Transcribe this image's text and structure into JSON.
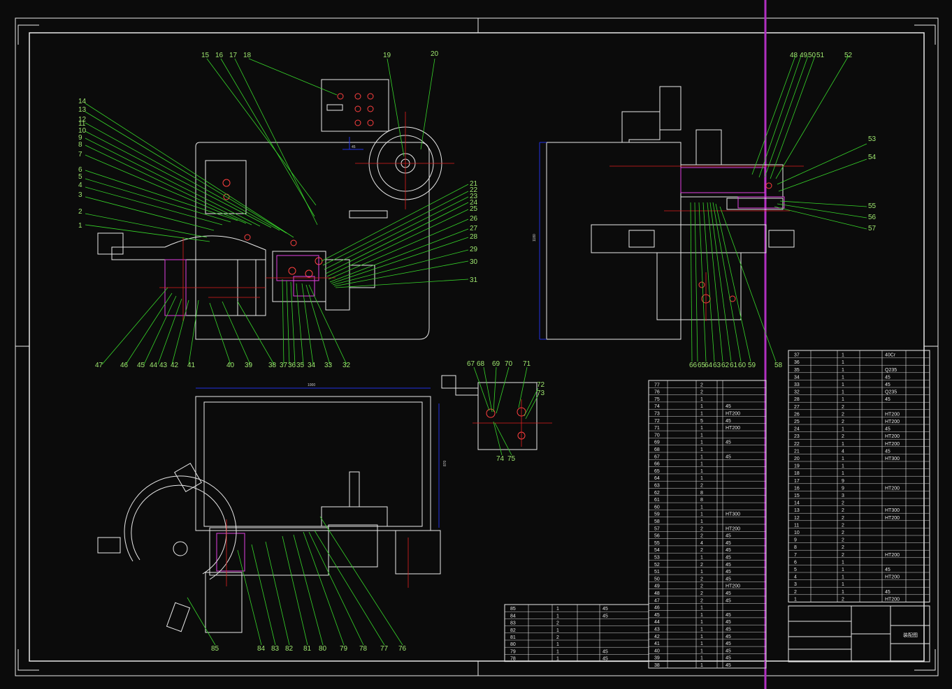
{
  "drawing": {
    "colors": {
      "background": "#0b0b0b",
      "outline": "#e8e8e8",
      "leader": "#37d62a",
      "center_line": "#e02020",
      "dimension": "#2030e0",
      "hidden": "#e040e0",
      "cursor": "#b030c0"
    },
    "front_view_labels": [
      "1",
      "2",
      "3",
      "4",
      "5",
      "6",
      "7",
      "8",
      "9",
      "10",
      "11",
      "12",
      "13",
      "14",
      "15",
      "16",
      "17",
      "18",
      "19",
      "20",
      "21",
      "22",
      "23",
      "24",
      "25",
      "26",
      "27",
      "28",
      "29",
      "30",
      "31"
    ],
    "front_view_bottom_labels": [
      "47",
      "46",
      "45",
      "44",
      "43",
      "42",
      "41",
      "40",
      "39",
      "38",
      "37",
      "36",
      "35",
      "34",
      "33",
      "32"
    ],
    "side_view_labels": [
      "48",
      "49",
      "50",
      "51",
      "52",
      "53",
      "54",
      "55",
      "56",
      "57",
      "58",
      "59",
      "60",
      "61",
      "62",
      "63",
      "64",
      "65",
      "66"
    ],
    "detail_labels": [
      "67",
      "68",
      "69",
      "70",
      "71",
      "72",
      "73",
      "74",
      "75"
    ],
    "plan_view_labels": [
      "85",
      "84",
      "83",
      "82",
      "81",
      "80",
      "79",
      "78",
      "77",
      "76"
    ],
    "dimension_texts": [
      "1000",
      "1180",
      "870",
      "45"
    ],
    "title_block": {
      "drawing_name": "装配图"
    },
    "bom_left": [
      {
        "no": "77",
        "qty": "2",
        "mat": ""
      },
      {
        "no": "76",
        "qty": "2",
        "mat": ""
      },
      {
        "no": "75",
        "qty": "1",
        "mat": ""
      },
      {
        "no": "74",
        "qty": "1",
        "mat": "45"
      },
      {
        "no": "73",
        "qty": "1",
        "mat": "HT200"
      },
      {
        "no": "72",
        "qty": "5",
        "mat": "45"
      },
      {
        "no": "71",
        "qty": "1",
        "mat": "HT200"
      },
      {
        "no": "70",
        "qty": "1",
        "mat": ""
      },
      {
        "no": "69",
        "qty": "1",
        "mat": "45"
      },
      {
        "no": "68",
        "qty": "1",
        "mat": ""
      },
      {
        "no": "67",
        "qty": "1",
        "mat": "45"
      },
      {
        "no": "66",
        "qty": "1",
        "mat": ""
      },
      {
        "no": "65",
        "qty": "1",
        "mat": ""
      },
      {
        "no": "64",
        "qty": "1",
        "mat": ""
      },
      {
        "no": "63",
        "qty": "2",
        "mat": ""
      },
      {
        "no": "62",
        "qty": "8",
        "mat": ""
      },
      {
        "no": "61",
        "qty": "8",
        "mat": ""
      },
      {
        "no": "60",
        "qty": "1",
        "mat": ""
      },
      {
        "no": "59",
        "qty": "1",
        "mat": "HT300"
      },
      {
        "no": "58",
        "qty": "1",
        "mat": ""
      },
      {
        "no": "57",
        "qty": "2",
        "mat": "HT200"
      },
      {
        "no": "56",
        "qty": "2",
        "mat": "45"
      },
      {
        "no": "55",
        "qty": "4",
        "mat": "45"
      },
      {
        "no": "54",
        "qty": "2",
        "mat": "45"
      },
      {
        "no": "53",
        "qty": "1",
        "mat": "45"
      },
      {
        "no": "52",
        "qty": "2",
        "mat": "45"
      },
      {
        "no": "51",
        "qty": "1",
        "mat": "45"
      },
      {
        "no": "50",
        "qty": "2",
        "mat": "45"
      },
      {
        "no": "49",
        "qty": "2",
        "mat": "HT200"
      },
      {
        "no": "48",
        "qty": "2",
        "mat": "45"
      },
      {
        "no": "47",
        "qty": "2",
        "mat": "45"
      },
      {
        "no": "46",
        "qty": "1",
        "mat": ""
      },
      {
        "no": "45",
        "qty": "1",
        "mat": "45"
      },
      {
        "no": "44",
        "qty": "1",
        "mat": "45"
      },
      {
        "no": "43",
        "qty": "1",
        "mat": "45"
      },
      {
        "no": "42",
        "qty": "1",
        "mat": "45"
      },
      {
        "no": "41",
        "qty": "1",
        "mat": "45"
      },
      {
        "no": "40",
        "qty": "1",
        "mat": "45"
      },
      {
        "no": "39",
        "qty": "1",
        "mat": "45"
      },
      {
        "no": "38",
        "qty": "1",
        "mat": "45"
      }
    ],
    "bom_right": [
      {
        "no": "37",
        "qty": "1",
        "mat": "40Cr"
      },
      {
        "no": "36",
        "qty": "1",
        "mat": ""
      },
      {
        "no": "35",
        "qty": "1",
        "mat": "Q235"
      },
      {
        "no": "34",
        "qty": "1",
        "mat": "45"
      },
      {
        "no": "33",
        "qty": "1",
        "mat": "45"
      },
      {
        "no": "32",
        "qty": "1",
        "mat": "Q235"
      },
      {
        "no": "28",
        "qty": "1",
        "mat": "45"
      },
      {
        "no": "27",
        "qty": "2",
        "mat": ""
      },
      {
        "no": "26",
        "qty": "2",
        "mat": "HT200"
      },
      {
        "no": "25",
        "qty": "2",
        "mat": "HT200"
      },
      {
        "no": "24",
        "qty": "1",
        "mat": "45"
      },
      {
        "no": "23",
        "qty": "2",
        "mat": "HT200"
      },
      {
        "no": "22",
        "qty": "1",
        "mat": "HT200"
      },
      {
        "no": "21",
        "qty": "4",
        "mat": "45"
      },
      {
        "no": "20",
        "qty": "1",
        "mat": "HT300"
      },
      {
        "no": "19",
        "qty": "1",
        "mat": ""
      },
      {
        "no": "18",
        "qty": "1",
        "mat": ""
      },
      {
        "no": "17",
        "qty": "9",
        "mat": ""
      },
      {
        "no": "16",
        "qty": "9",
        "mat": "HT200"
      },
      {
        "no": "15",
        "qty": "3",
        "mat": ""
      },
      {
        "no": "14",
        "qty": "2",
        "mat": ""
      },
      {
        "no": "13",
        "qty": "2",
        "mat": "HT300"
      },
      {
        "no": "12",
        "qty": "2",
        "mat": "HT200"
      },
      {
        "no": "11",
        "qty": "2",
        "mat": ""
      },
      {
        "no": "10",
        "qty": "2",
        "mat": ""
      },
      {
        "no": "9",
        "qty": "2",
        "mat": ""
      },
      {
        "no": "8",
        "qty": "2",
        "mat": ""
      },
      {
        "no": "7",
        "qty": "2",
        "mat": "HT200"
      },
      {
        "no": "6",
        "qty": "1",
        "mat": ""
      },
      {
        "no": "5",
        "qty": "1",
        "mat": "45"
      },
      {
        "no": "4",
        "qty": "1",
        "mat": "HT200"
      },
      {
        "no": "3",
        "qty": "1",
        "mat": ""
      },
      {
        "no": "2",
        "qty": "1",
        "mat": "45"
      },
      {
        "no": "1",
        "qty": "2",
        "mat": "HT200"
      }
    ],
    "bom_bottom": [
      {
        "no": "85",
        "qty": "1",
        "mat": "45"
      },
      {
        "no": "84",
        "qty": "1",
        "mat": "45"
      },
      {
        "no": "83",
        "qty": "2",
        "mat": ""
      },
      {
        "no": "82",
        "qty": "1",
        "mat": ""
      },
      {
        "no": "81",
        "qty": "2",
        "mat": ""
      },
      {
        "no": "80",
        "qty": "1",
        "mat": ""
      },
      {
        "no": "79",
        "qty": "1",
        "mat": "45"
      },
      {
        "no": "78",
        "qty": "1",
        "mat": "45"
      }
    ]
  }
}
